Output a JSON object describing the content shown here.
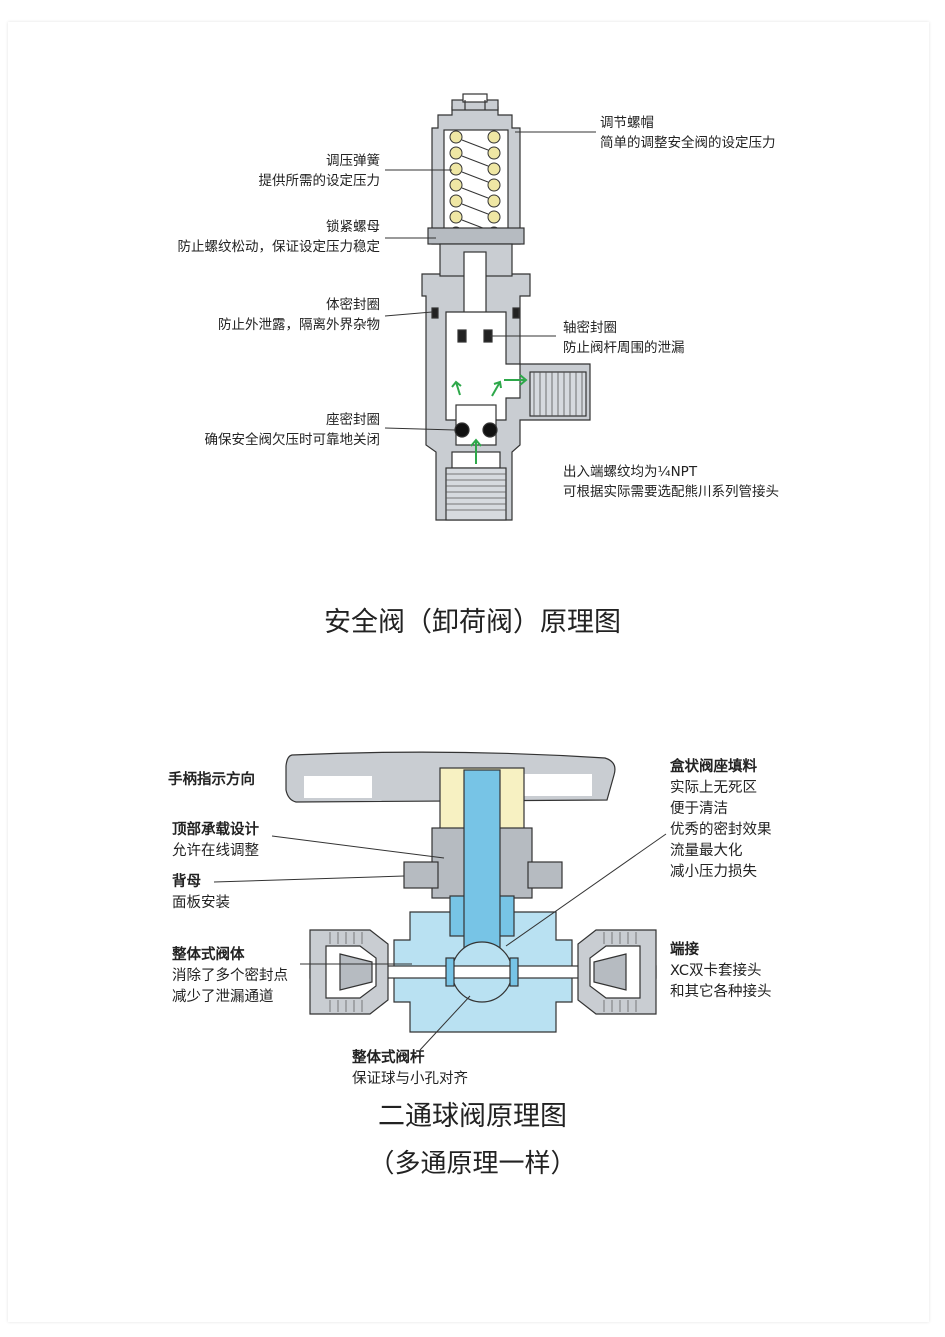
{
  "safety_valve": {
    "labels": {
      "cap": {
        "title": "调节螺帽",
        "desc": "简单的调整安全阀的设定压力"
      },
      "spring": {
        "title": "调压弹簧",
        "desc": "提供所需的设定压力"
      },
      "locknut": {
        "title": "锁紧螺母",
        "desc": "防止螺纹松动，保证设定压力稳定"
      },
      "body_seal": {
        "title": "体密封圈",
        "desc": "防止外泄露，隔离外界杂物"
      },
      "shaft_seal": {
        "title": "轴密封圈",
        "desc": "防止阀杆周围的泄漏"
      },
      "seat_seal": {
        "title": "座密封圈",
        "desc": "确保安全阀欠压时可靠地关闭"
      },
      "thread": {
        "title": "出入端螺纹均为¼NPT",
        "desc": "可根据实际需要选配熊川系列管接头"
      }
    },
    "caption": "安全阀（卸荷阀）原理图"
  },
  "ball_valve": {
    "labels": {
      "handle": {
        "title": "手柄指示方向"
      },
      "top_load": {
        "title": "顶部承载设计",
        "desc": "允许在线调整"
      },
      "back_nut": {
        "title": "背母",
        "desc": "面板安装"
      },
      "body": {
        "title": "整体式阀体",
        "desc1": "消除了多个密封点",
        "desc2": "减少了泄漏通道"
      },
      "stem": {
        "title": "整体式阀杆",
        "desc": "保证球与小孔对齐"
      },
      "packing": {
        "title": "盒状阀座填料",
        "d1": "实际上无死区",
        "d2": "便于清洁",
        "d3": "优秀的密封效果",
        "d4": "流量最大化",
        "d5": "减小压力损失"
      },
      "end": {
        "title": "端接",
        "d1": "XC双卡套接头",
        "d2": "和其它各种接头"
      }
    },
    "caption": "二通球阀原理图",
    "subcaption": "（多通原理一样）"
  },
  "colors": {
    "steel": "#c9cdd2",
    "steel_dark": "#b6bbc1",
    "blue": "#b9e1f2",
    "blue_dark": "#77c4e6",
    "cream": "#f7f1c2",
    "spring": "#efe7a4",
    "arrow_green": "#2ea84a",
    "line": "#333333"
  }
}
